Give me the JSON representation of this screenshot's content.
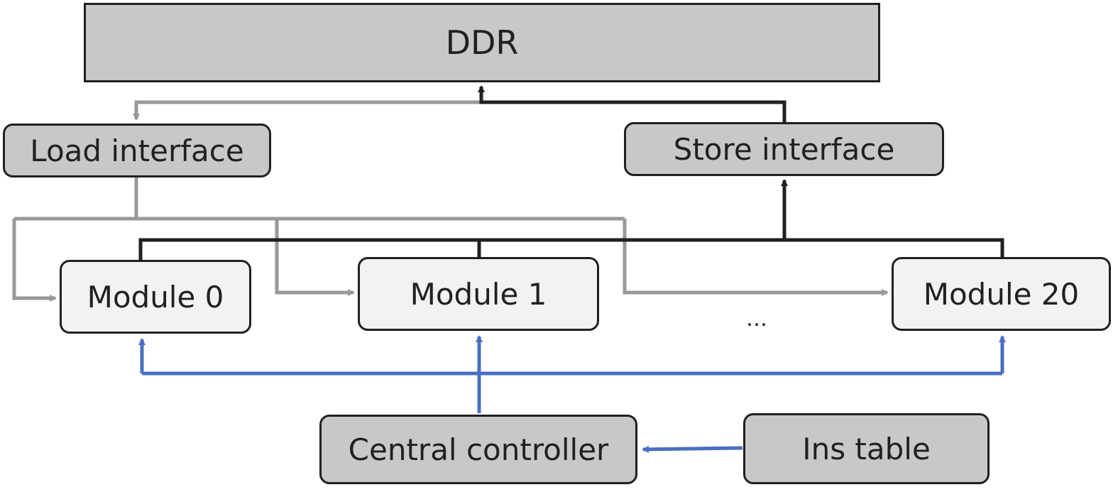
{
  "colors": {
    "load_path": "#999999",
    "store_path": "#231f20",
    "control_path": "#4a6fbf",
    "box_dark": "#c8c8c8",
    "box_light": "#f2f2f2"
  },
  "nodes": {
    "ddr": "DDR",
    "load_interface": "Load interface",
    "store_interface": "Store interface",
    "module_0": "Module 0",
    "module_1": "Module 1",
    "module_20": "Module 20",
    "ellipsis": "…",
    "central_controller": "Central controller",
    "ins_table": "Ins table"
  },
  "edges": [
    {
      "from": "ddr",
      "to": "load_interface",
      "type": "load"
    },
    {
      "from": "store_interface",
      "to": "ddr",
      "type": "store"
    },
    {
      "from": "load_interface",
      "to": "module_0",
      "type": "load"
    },
    {
      "from": "load_interface",
      "to": "module_1",
      "type": "load"
    },
    {
      "from": "load_interface",
      "to": "module_20",
      "type": "load"
    },
    {
      "from": "module_0",
      "to": "store_interface",
      "type": "store"
    },
    {
      "from": "module_1",
      "to": "store_interface",
      "type": "store"
    },
    {
      "from": "module_20",
      "to": "store_interface",
      "type": "store"
    },
    {
      "from": "central_controller",
      "to": "module_0",
      "type": "control"
    },
    {
      "from": "central_controller",
      "to": "module_1",
      "type": "control"
    },
    {
      "from": "central_controller",
      "to": "module_20",
      "type": "control"
    },
    {
      "from": "ins_table",
      "to": "central_controller",
      "type": "control"
    }
  ]
}
